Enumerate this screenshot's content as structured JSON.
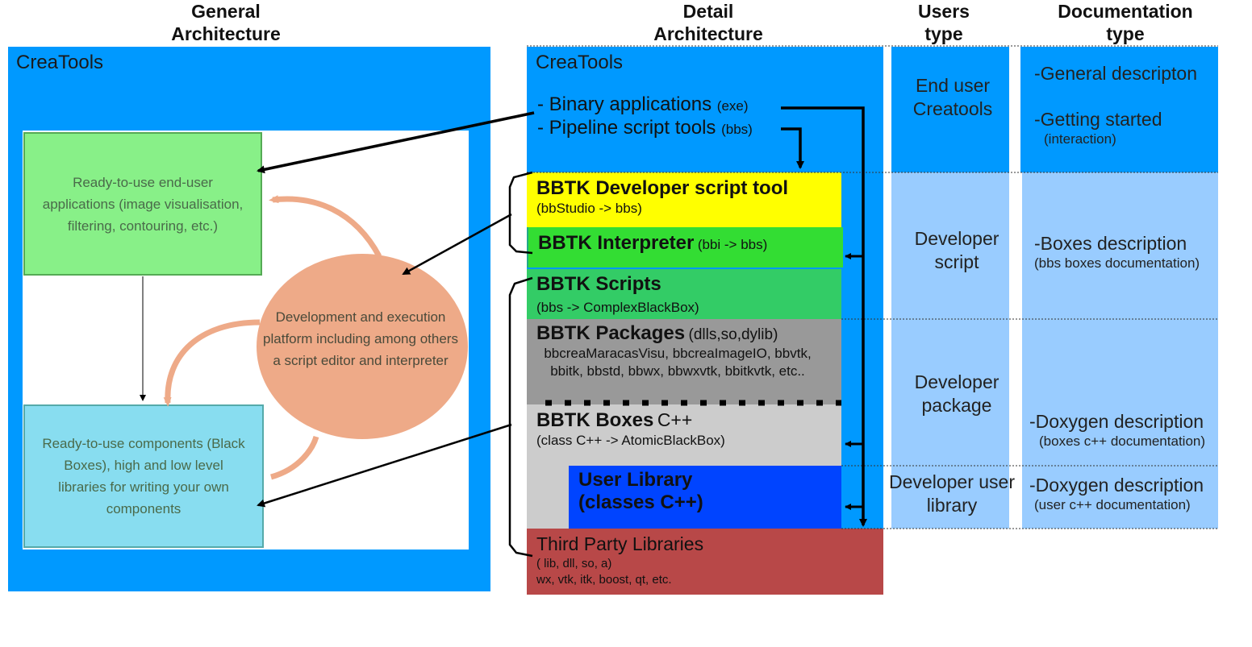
{
  "headers": {
    "general": "General\nArchitecture",
    "detail": "Detail\nArchitecture",
    "users": "Users\ntype",
    "documentation": "Documentation\ntype"
  },
  "general": {
    "title": "CreaTools",
    "apps_box": "Ready-to-use end-user applications (image visualisation, filtering, contouring, etc.)",
    "platform": "Development and execution platform including among others a script editor and interpreter",
    "components_box": "Ready-to-use components (Black Boxes), high and low level libraries for writing your own components"
  },
  "detail": {
    "title": "CreaTools",
    "binary": "- Binary applications",
    "binary_note": "(exe)",
    "pipeline": "- Pipeline script tools",
    "pipeline_note": "(bbs)",
    "layers": {
      "dev_script_tool": {
        "title": "BBTK Developer script tool",
        "sub": "(bbStudio -> bbs)"
      },
      "interpreter": {
        "title": "BBTK Interpreter",
        "note": "(bbi -> bbs)"
      },
      "scripts": {
        "title": "BBTK Scripts",
        "sub": "(bbs -> ComplexBlackBox)"
      },
      "packages": {
        "title": "BBTK Packages",
        "note": "(dlls,so,dylib)",
        "sub": "bbcreaMaracasVisu, bbcreaImageIO, bbvtk, bbitk, bbstd, bbwx, bbwxvtk, bbitkvtk, etc.."
      },
      "boxes": {
        "title": "BBTK Boxes",
        "note": "C++",
        "sub": "(class C++ -> AtomicBlackBox)"
      },
      "user_library": {
        "title": "User Library (classes C++)"
      },
      "third_party": {
        "title": "Third Party Libraries",
        "sub1": "( lib, dll, so, a)",
        "sub2": "wx, vtk, itk, boost, qt, etc."
      }
    }
  },
  "users": {
    "end_user": "End user Creatools",
    "dev_script": "Developer script",
    "dev_package": "Developer package",
    "dev_library": "Developer user library"
  },
  "documentation": {
    "general": "-General descripton",
    "getting_started": "-Getting started",
    "getting_started_note": "(interaction)",
    "boxes": "-Boxes description",
    "boxes_note": "(bbs boxes documentation)",
    "doxygen1": "-Doxygen description",
    "doxygen1_note": "(boxes c++ documentation)",
    "doxygen2": "-Doxygen description",
    "doxygen2_note": "(user  c++ documentation)"
  },
  "colors": {
    "blue": "#0099ff",
    "light_blue": "#99ccff",
    "yellow": "#ffff00",
    "bright_green": "#33dd33",
    "green": "#33cc66",
    "gray": "#999999",
    "light_gray": "#cccccc",
    "royal_blue": "#0044ff",
    "red": "#b84848"
  }
}
